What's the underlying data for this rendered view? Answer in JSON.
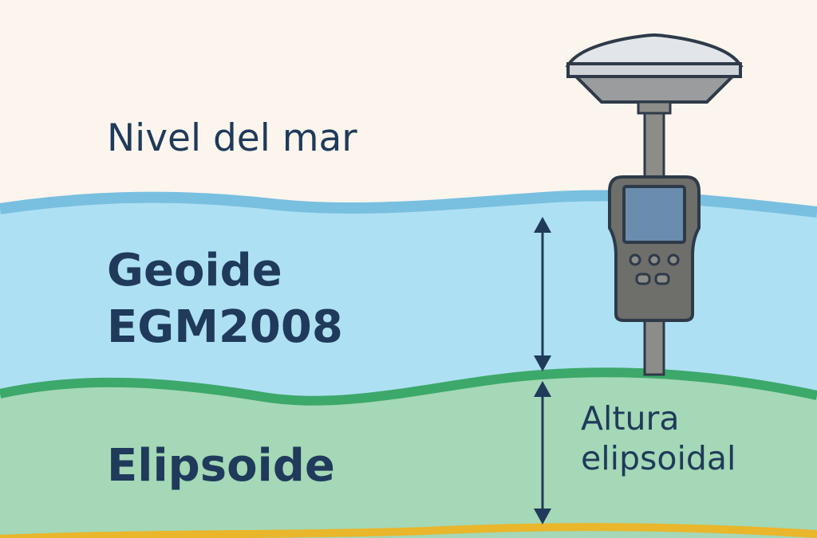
{
  "labels": {
    "sea_level": "Nivel del mar",
    "geoid_line1": "Geoide",
    "geoid_line2": "EGM2008",
    "ellipsoid": "Elipsoide",
    "ellipsoidal_height_line1": "Altura",
    "ellipsoidal_height_line2": "elipsoidal"
  },
  "colors": {
    "background": "#fbf5ee",
    "sea_fill": "#aee0f3",
    "sea_line": "#79bfe0",
    "ellipsoid_fill": "#a4d8b6",
    "geoid_line": "#3ca86a",
    "ground_line": "#e9b62c",
    "text": "#1f3a5a",
    "device_body": "#6e6e6a",
    "device_screen": "#6a8dad",
    "antenna_cap": "#e2e6ea"
  },
  "icons": {
    "receiver": "gnss-receiver-icon",
    "arrow_geoid": "double-arrow-icon",
    "arrow_height": "double-arrow-icon"
  }
}
